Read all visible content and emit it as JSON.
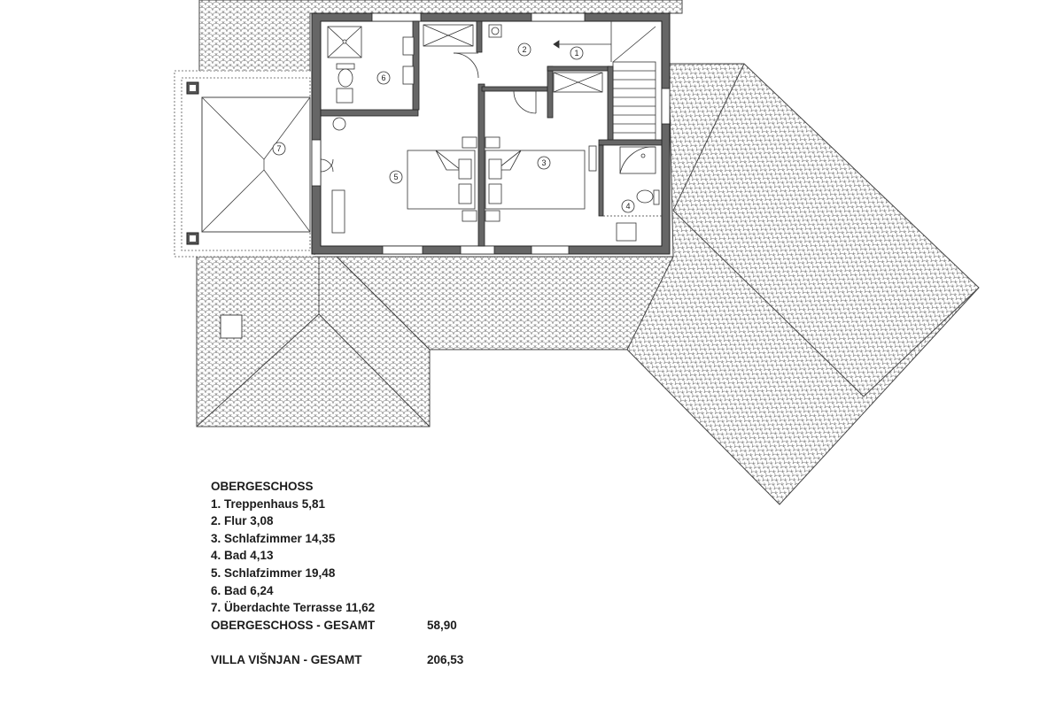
{
  "plan": {
    "room_markers": [
      {
        "id": "1",
        "label": "1"
      },
      {
        "id": "2",
        "label": "2"
      },
      {
        "id": "3",
        "label": "3"
      },
      {
        "id": "4",
        "label": "4"
      },
      {
        "id": "5",
        "label": "5"
      },
      {
        "id": "6",
        "label": "6"
      },
      {
        "id": "7",
        "label": "7"
      }
    ]
  },
  "legend": {
    "heading": "OBERGESCHOSS",
    "items": [
      "1. Treppenhaus  5,81",
      "2. Flur  3,08",
      "3. Schlafzimmer 14,35",
      "4. Bad  4,13",
      "5. Schlafzimmer 19,48",
      "6. Bad  6,24",
      "7. Überdachte Terrasse  11,62"
    ],
    "floor_total_label": "OBERGESCHOSS - GESAMT",
    "floor_total_value": "58,90",
    "villa_total_label": "VILLA VIŠNJAN - GESAMT",
    "villa_total_value": "206,53"
  }
}
